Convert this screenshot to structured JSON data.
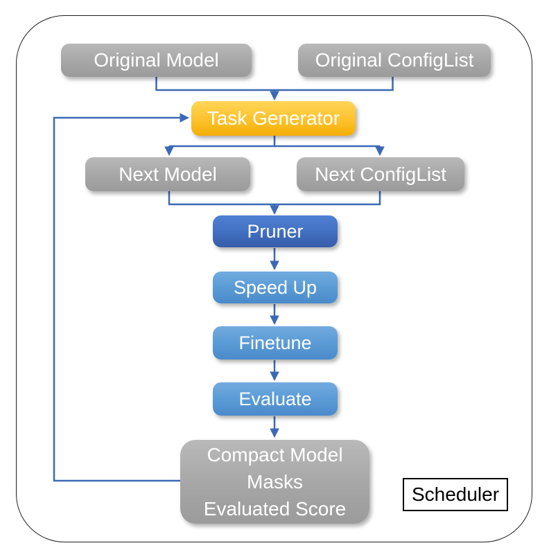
{
  "diagram": {
    "nodes": {
      "original_model": {
        "label": "Original Model"
      },
      "original_configlist": {
        "label": "Original ConfigList"
      },
      "task_generator": {
        "label": "Task Generator"
      },
      "next_model": {
        "label": "Next Model"
      },
      "next_configlist": {
        "label": "Next ConfigList"
      },
      "pruner": {
        "label": "Pruner"
      },
      "speed_up": {
        "label": "Speed Up"
      },
      "finetune": {
        "label": "Finetune"
      },
      "evaluate": {
        "label": "Evaluate"
      },
      "output": {
        "lines": [
          "Compact Model",
          "Masks",
          "Evaluated Score"
        ]
      },
      "scheduler": {
        "label": "Scheduler"
      }
    }
  },
  "colors": {
    "connector": "#3b69b6",
    "border": "#1f1f1f",
    "gold_light": "#ffd558",
    "gold": "#fdc22c",
    "gold_dark": "#f3ae04",
    "gray_light": "#b9b9b9",
    "gray": "#a6a6a6",
    "gray_dark": "#9b9b9b",
    "blue_dark_light": "#5080d2",
    "blue_dark": "#4472c4",
    "blue_dark_deep": "#355ca9",
    "blue_light": "#72abdf",
    "blue": "#5b9bd5",
    "blue_deep": "#4a8aca",
    "text_light": "#ffffff",
    "text_dark": "#000000"
  }
}
